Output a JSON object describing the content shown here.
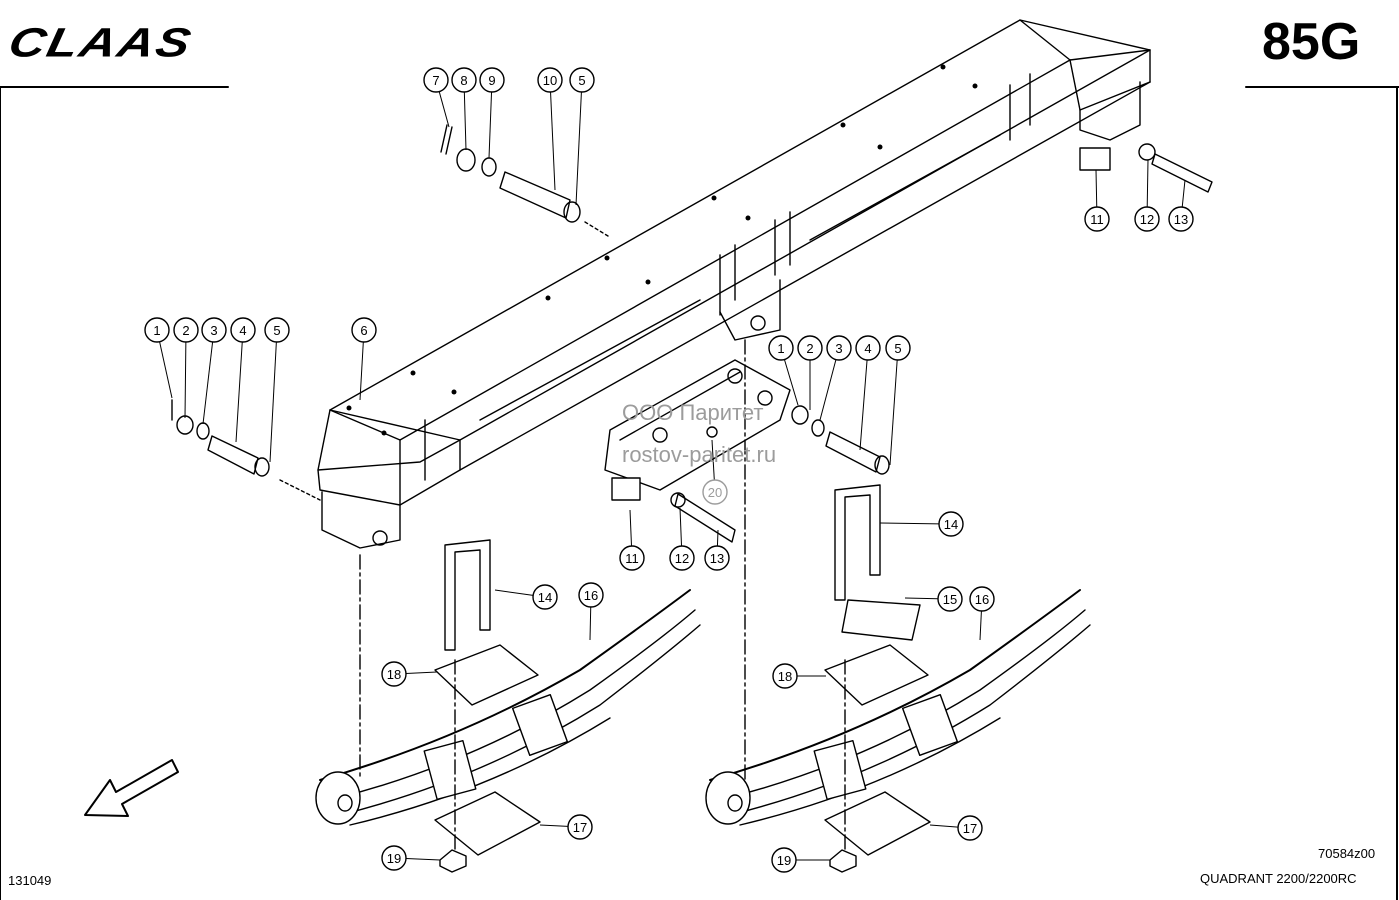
{
  "header": {
    "brand": "CLAAS",
    "group_number": "85G"
  },
  "footer": {
    "sheet_number": "131049",
    "drawing_number": "70584z00",
    "model": "QUADRANT 2200/2200RC"
  },
  "watermark": {
    "line1": "ООО Паритет",
    "line2": "rostov-paritet.ru"
  },
  "callouts": [
    "1",
    "2",
    "3",
    "4",
    "5",
    "6",
    "7",
    "8",
    "9",
    "10",
    "11",
    "12",
    "13",
    "14",
    "15",
    "16",
    "17",
    "18",
    "19",
    "20"
  ]
}
